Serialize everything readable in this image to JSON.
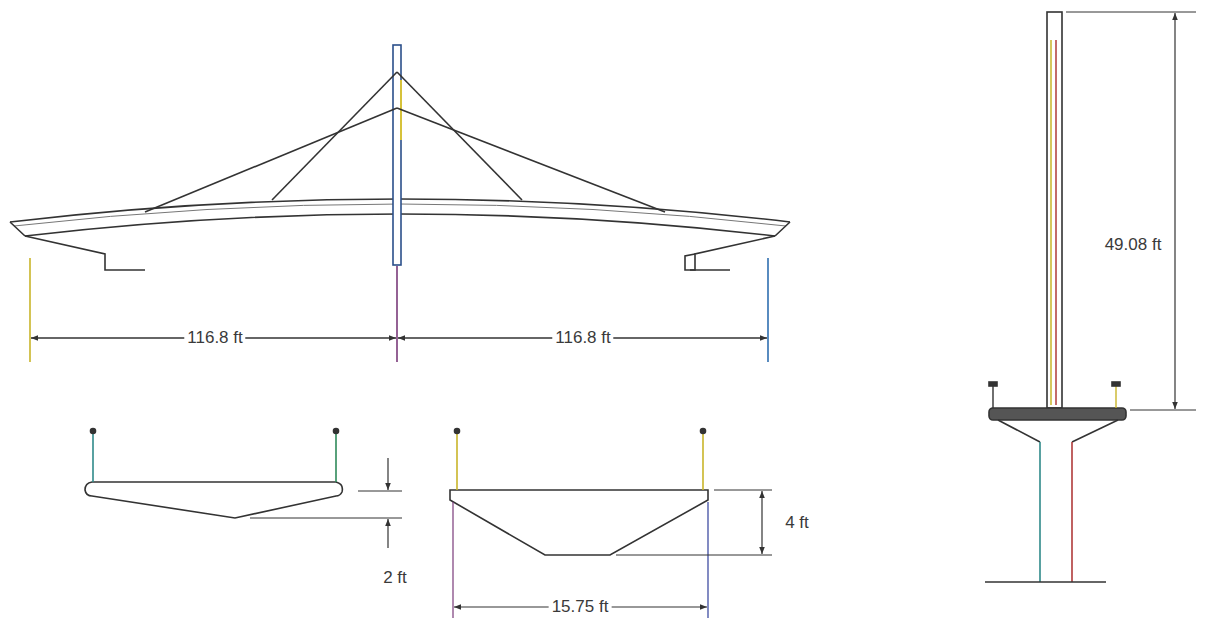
{
  "diagram": {
    "labels": [
      "116.8 ft",
      "116.8 ft",
      "2 ft",
      "4 ft",
      "15.75 ft",
      "49.08 ft"
    ]
  }
}
